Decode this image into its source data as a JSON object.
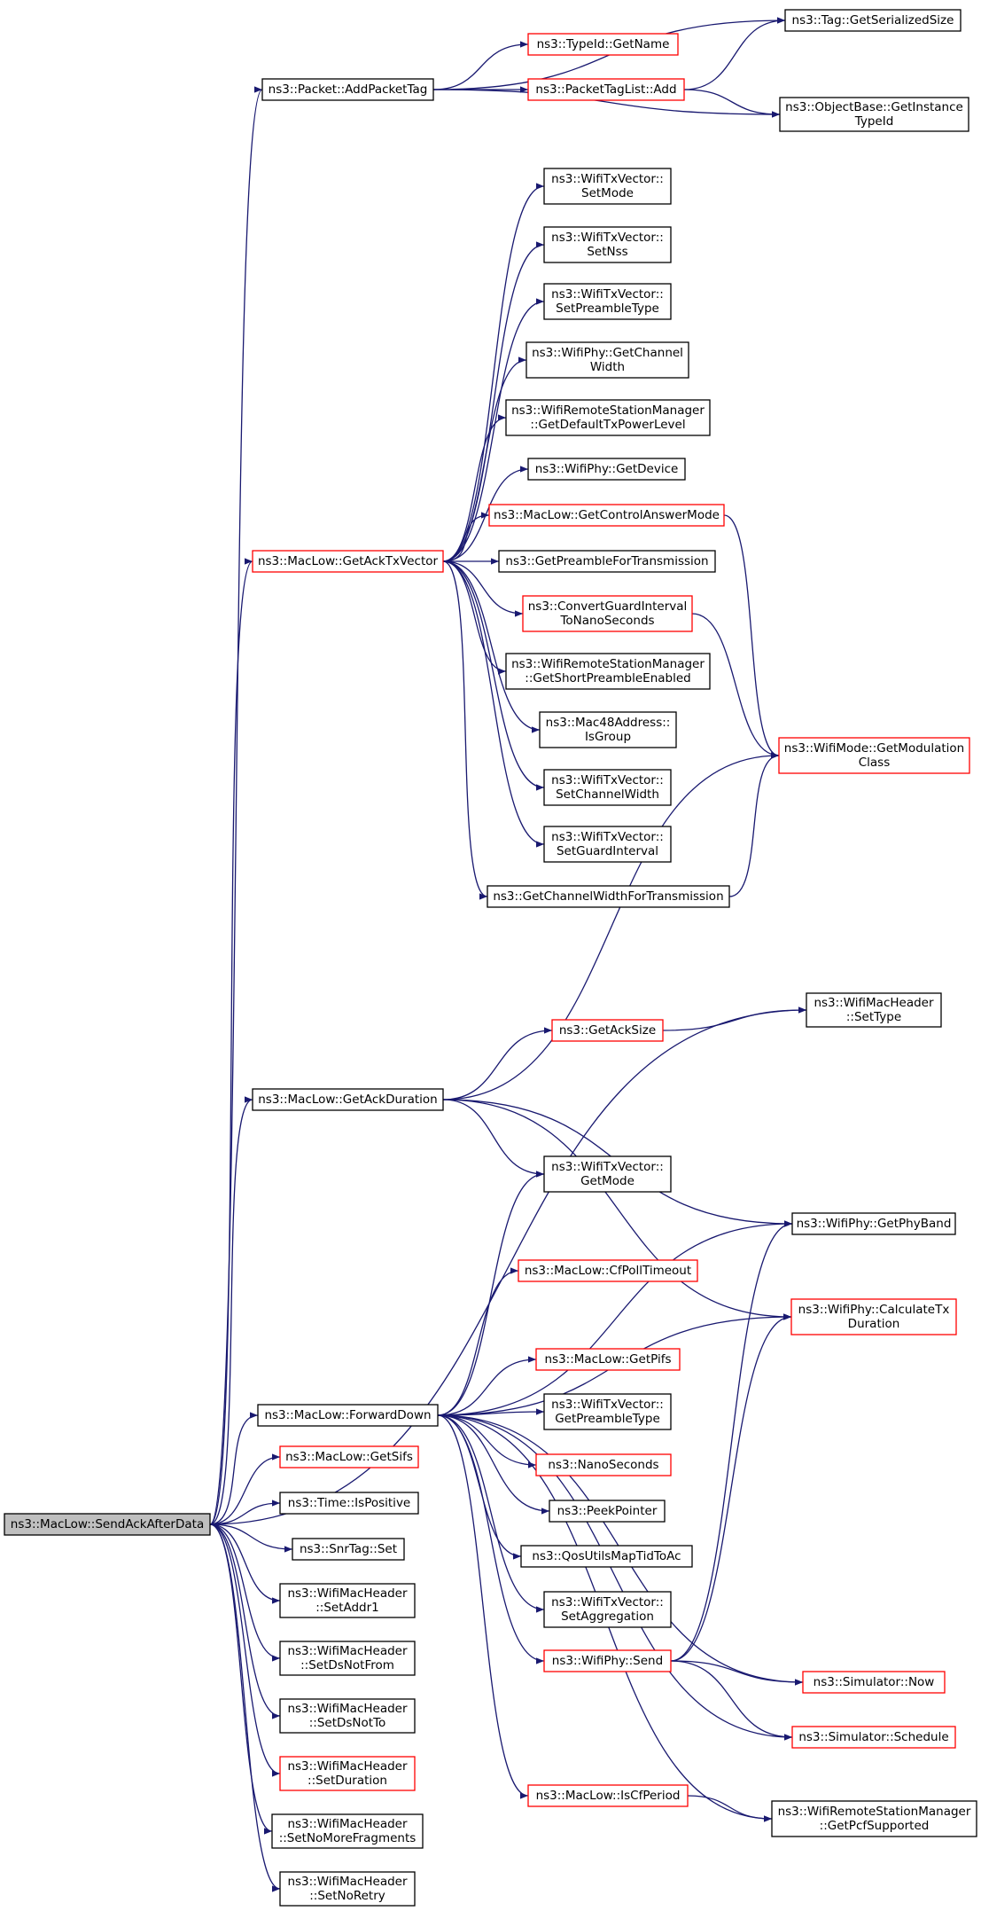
{
  "colors": {
    "edge": "#191970",
    "red_border": "#ff0000",
    "black_border": "#000000",
    "root_fill": "#bfbfbf"
  },
  "nodes": [
    {
      "id": "root",
      "lines": [
        "ns3::MacLow::SendAckAfterData"
      ],
      "style": "root"
    },
    {
      "id": "addPacketTag",
      "lines": [
        "ns3::Packet::AddPacketTag"
      ],
      "style": "black"
    },
    {
      "id": "tagGetSerializedSize",
      "lines": [
        "ns3::Tag::GetSerializedSize"
      ],
      "style": "black"
    },
    {
      "id": "typeIdGetName",
      "lines": [
        "ns3::TypeId::GetName"
      ],
      "style": "red"
    },
    {
      "id": "packetTagListAdd",
      "lines": [
        "ns3::PacketTagList::Add"
      ],
      "style": "red"
    },
    {
      "id": "objectBaseGetInstanceTypeId",
      "lines": [
        "ns3::ObjectBase::GetInstance",
        "TypeId"
      ],
      "style": "black"
    },
    {
      "id": "txvSetMode",
      "lines": [
        "ns3::WifiTxVector::",
        "SetMode"
      ],
      "style": "black"
    },
    {
      "id": "txvSetNss",
      "lines": [
        "ns3::WifiTxVector::",
        "SetNss"
      ],
      "style": "black"
    },
    {
      "id": "txvSetPreambleType",
      "lines": [
        "ns3::WifiTxVector::",
        "SetPreambleType"
      ],
      "style": "black"
    },
    {
      "id": "phyGetChannelWidth",
      "lines": [
        "ns3::WifiPhy::GetChannel",
        "Width"
      ],
      "style": "black"
    },
    {
      "id": "rsmGetDefaultTxPowerLevel",
      "lines": [
        "ns3::WifiRemoteStationManager",
        "::GetDefaultTxPowerLevel"
      ],
      "style": "black"
    },
    {
      "id": "phyGetDevice",
      "lines": [
        "ns3::WifiPhy::GetDevice"
      ],
      "style": "black"
    },
    {
      "id": "getControlAnswerMode",
      "lines": [
        "ns3::MacLow::GetControlAnswerMode"
      ],
      "style": "red"
    },
    {
      "id": "getAckTxVector",
      "lines": [
        "ns3::MacLow::GetAckTxVector"
      ],
      "style": "red"
    },
    {
      "id": "getPreambleForTransmission",
      "lines": [
        "ns3::GetPreambleForTransmission"
      ],
      "style": "black"
    },
    {
      "id": "convertGuardInterval",
      "lines": [
        "ns3::ConvertGuardInterval",
        "ToNanoSeconds"
      ],
      "style": "red"
    },
    {
      "id": "rsmGetShortPreambleEnabled",
      "lines": [
        "ns3::WifiRemoteStationManager",
        "::GetShortPreambleEnabled"
      ],
      "style": "black"
    },
    {
      "id": "mac48IsGroup",
      "lines": [
        "ns3::Mac48Address::",
        "IsGroup"
      ],
      "style": "black"
    },
    {
      "id": "wifiModeGetModulationClass",
      "lines": [
        "ns3::WifiMode::GetModulation",
        "Class"
      ],
      "style": "red"
    },
    {
      "id": "txvSetChannelWidth",
      "lines": [
        "ns3::WifiTxVector::",
        "SetChannelWidth"
      ],
      "style": "black"
    },
    {
      "id": "txvSetGuardInterval",
      "lines": [
        "ns3::WifiTxVector::",
        "SetGuardInterval"
      ],
      "style": "black"
    },
    {
      "id": "getChannelWidthForTransmission",
      "lines": [
        "ns3::GetChannelWidthForTransmission"
      ],
      "style": "black"
    },
    {
      "id": "hdrSetType",
      "lines": [
        "ns3::WifiMacHeader",
        "::SetType"
      ],
      "style": "black"
    },
    {
      "id": "getAckSize",
      "lines": [
        "ns3::GetAckSize"
      ],
      "style": "red"
    },
    {
      "id": "getAckDuration",
      "lines": [
        "ns3::MacLow::GetAckDuration"
      ],
      "style": "black"
    },
    {
      "id": "txvGetMode",
      "lines": [
        "ns3::WifiTxVector::",
        "GetMode"
      ],
      "style": "black"
    },
    {
      "id": "phyGetPhyBand",
      "lines": [
        "ns3::WifiPhy::GetPhyBand"
      ],
      "style": "black"
    },
    {
      "id": "cfPollTimeout",
      "lines": [
        "ns3::MacLow::CfPollTimeout"
      ],
      "style": "red"
    },
    {
      "id": "phyCalculateTxDuration",
      "lines": [
        "ns3::WifiPhy::CalculateTx",
        "Duration"
      ],
      "style": "red"
    },
    {
      "id": "getPifs",
      "lines": [
        "ns3::MacLow::GetPifs"
      ],
      "style": "red"
    },
    {
      "id": "forwardDown",
      "lines": [
        "ns3::MacLow::ForwardDown"
      ],
      "style": "black"
    },
    {
      "id": "txvGetPreambleType",
      "lines": [
        "ns3::WifiTxVector::",
        "GetPreambleType"
      ],
      "style": "black"
    },
    {
      "id": "getSifs",
      "lines": [
        "ns3::MacLow::GetSifs"
      ],
      "style": "red"
    },
    {
      "id": "nanoSeconds",
      "lines": [
        "ns3::NanoSeconds"
      ],
      "style": "red"
    },
    {
      "id": "timeIsPositive",
      "lines": [
        "ns3::Time::IsPositive"
      ],
      "style": "black"
    },
    {
      "id": "peekPointer",
      "lines": [
        "ns3::PeekPointer"
      ],
      "style": "black"
    },
    {
      "id": "snrTagSet",
      "lines": [
        "ns3::SnrTag::Set"
      ],
      "style": "black"
    },
    {
      "id": "qosUtilsMapTidToAc",
      "lines": [
        "ns3::QosUtilsMapTidToAc"
      ],
      "style": "black"
    },
    {
      "id": "hdrSetAddr1",
      "lines": [
        "ns3::WifiMacHeader",
        "::SetAddr1"
      ],
      "style": "black"
    },
    {
      "id": "txvSetAggregation",
      "lines": [
        "ns3::WifiTxVector::",
        "SetAggregation"
      ],
      "style": "black"
    },
    {
      "id": "hdrSetDsNotFrom",
      "lines": [
        "ns3::WifiMacHeader",
        "::SetDsNotFrom"
      ],
      "style": "black"
    },
    {
      "id": "phySend",
      "lines": [
        "ns3::WifiPhy::Send"
      ],
      "style": "red"
    },
    {
      "id": "simulatorNow",
      "lines": [
        "ns3::Simulator::Now"
      ],
      "style": "red"
    },
    {
      "id": "hdrSetDsNotTo",
      "lines": [
        "ns3::WifiMacHeader",
        "::SetDsNotTo"
      ],
      "style": "black"
    },
    {
      "id": "simulatorSchedule",
      "lines": [
        "ns3::Simulator::Schedule"
      ],
      "style": "red"
    },
    {
      "id": "hdrSetDuration",
      "lines": [
        "ns3::WifiMacHeader",
        "::SetDuration"
      ],
      "style": "red"
    },
    {
      "id": "isCfPeriod",
      "lines": [
        "ns3::MacLow::IsCfPeriod"
      ],
      "style": "red"
    },
    {
      "id": "rsmGetPcfSupported",
      "lines": [
        "ns3::WifiRemoteStationManager",
        "::GetPcfSupported"
      ],
      "style": "black"
    },
    {
      "id": "hdrSetNoMoreFragments",
      "lines": [
        "ns3::WifiMacHeader",
        "::SetNoMoreFragments"
      ],
      "style": "black"
    },
    {
      "id": "hdrSetNoRetry",
      "lines": [
        "ns3::WifiMacHeader",
        "::SetNoRetry"
      ],
      "style": "black"
    }
  ],
  "edges": [
    [
      "root",
      "addPacketTag"
    ],
    [
      "root",
      "getAckTxVector"
    ],
    [
      "root",
      "hdrSetType"
    ],
    [
      "root",
      "getAckDuration"
    ],
    [
      "root",
      "forwardDown"
    ],
    [
      "root",
      "getSifs"
    ],
    [
      "root",
      "timeIsPositive"
    ],
    [
      "root",
      "snrTagSet"
    ],
    [
      "root",
      "hdrSetAddr1"
    ],
    [
      "root",
      "hdrSetDsNotFrom"
    ],
    [
      "root",
      "hdrSetDsNotTo"
    ],
    [
      "root",
      "hdrSetDuration"
    ],
    [
      "root",
      "hdrSetNoMoreFragments"
    ],
    [
      "root",
      "hdrSetNoRetry"
    ],
    [
      "addPacketTag",
      "tagGetSerializedSize"
    ],
    [
      "addPacketTag",
      "typeIdGetName"
    ],
    [
      "addPacketTag",
      "packetTagListAdd"
    ],
    [
      "addPacketTag",
      "objectBaseGetInstanceTypeId"
    ],
    [
      "packetTagListAdd",
      "tagGetSerializedSize"
    ],
    [
      "packetTagListAdd",
      "objectBaseGetInstanceTypeId"
    ],
    [
      "getAckTxVector",
      "txvSetMode"
    ],
    [
      "getAckTxVector",
      "txvSetNss"
    ],
    [
      "getAckTxVector",
      "txvSetPreambleType"
    ],
    [
      "getAckTxVector",
      "phyGetChannelWidth"
    ],
    [
      "getAckTxVector",
      "rsmGetDefaultTxPowerLevel"
    ],
    [
      "getAckTxVector",
      "phyGetDevice"
    ],
    [
      "getAckTxVector",
      "getControlAnswerMode"
    ],
    [
      "getAckTxVector",
      "getPreambleForTransmission"
    ],
    [
      "getAckTxVector",
      "convertGuardInterval"
    ],
    [
      "getAckTxVector",
      "rsmGetShortPreambleEnabled"
    ],
    [
      "getAckTxVector",
      "mac48IsGroup"
    ],
    [
      "getAckTxVector",
      "txvSetChannelWidth"
    ],
    [
      "getAckTxVector",
      "txvSetGuardInterval"
    ],
    [
      "getAckTxVector",
      "getChannelWidthForTransmission"
    ],
    [
      "getControlAnswerMode",
      "wifiModeGetModulationClass"
    ],
    [
      "convertGuardInterval",
      "wifiModeGetModulationClass"
    ],
    [
      "getChannelWidthForTransmission",
      "wifiModeGetModulationClass"
    ],
    [
      "getAckDuration",
      "wifiModeGetModulationClass"
    ],
    [
      "getAckDuration",
      "getAckSize"
    ],
    [
      "getAckDuration",
      "txvGetMode"
    ],
    [
      "getAckDuration",
      "phyGetPhyBand"
    ],
    [
      "getAckDuration",
      "phyCalculateTxDuration"
    ],
    [
      "getAckSize",
      "hdrSetType"
    ],
    [
      "forwardDown",
      "txvGetMode"
    ],
    [
      "forwardDown",
      "phyGetPhyBand"
    ],
    [
      "forwardDown",
      "cfPollTimeout"
    ],
    [
      "forwardDown",
      "phyCalculateTxDuration"
    ],
    [
      "forwardDown",
      "getPifs"
    ],
    [
      "forwardDown",
      "txvGetPreambleType"
    ],
    [
      "forwardDown",
      "nanoSeconds"
    ],
    [
      "forwardDown",
      "peekPointer"
    ],
    [
      "forwardDown",
      "qosUtilsMapTidToAc"
    ],
    [
      "forwardDown",
      "txvSetAggregation"
    ],
    [
      "forwardDown",
      "phySend"
    ],
    [
      "forwardDown",
      "simulatorNow"
    ],
    [
      "forwardDown",
      "simulatorSchedule"
    ],
    [
      "forwardDown",
      "isCfPeriod"
    ],
    [
      "forwardDown",
      "rsmGetPcfSupported"
    ],
    [
      "phySend",
      "phyGetPhyBand"
    ],
    [
      "phySend",
      "phyCalculateTxDuration"
    ],
    [
      "phySend",
      "simulatorNow"
    ],
    [
      "phySend",
      "simulatorSchedule"
    ],
    [
      "isCfPeriod",
      "rsmGetPcfSupported"
    ]
  ]
}
